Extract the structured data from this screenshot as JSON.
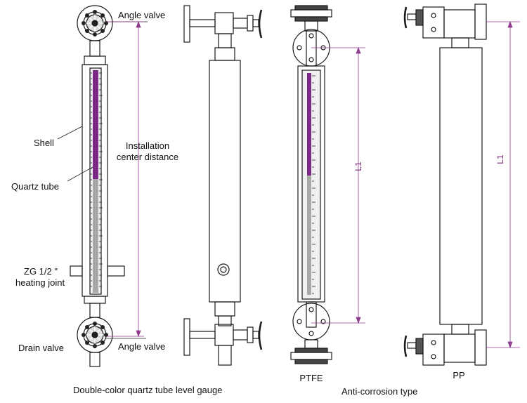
{
  "labels": {
    "angle_valve_top": "Angle valve",
    "angle_valve_bottom": "Angle valve",
    "shell": "Shell",
    "quartz_tube": "Quartz tube",
    "installation_1": "Installation",
    "installation_2": "center distance",
    "heating_1": "ZG 1/2 \"",
    "heating_2": "heating joint",
    "drain_valve": "Drain valve",
    "l1_a": "L1",
    "l1_b": "L1",
    "ptfe": "PTFE",
    "pp": "PP"
  },
  "captions": {
    "main": "Double-color quartz tube level gauge",
    "anti": "Anti-corrosion type"
  },
  "colors": {
    "line": "#1a1a1a",
    "dimension": "#8e3b8e",
    "liquid_column": "#7b2a86",
    "gas_column": "#a9a9a9",
    "glass": "#f0f0f0"
  }
}
